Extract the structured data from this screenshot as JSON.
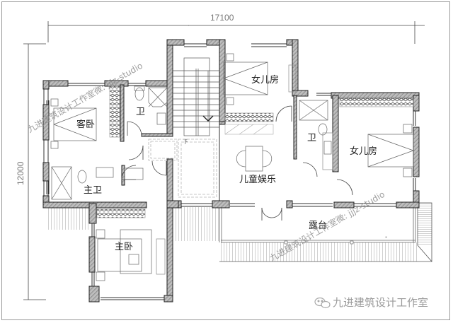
{
  "drawing": {
    "type": "floor-plan",
    "dimensions": {
      "width_label": "17100",
      "height_label": "12000"
    },
    "rooms": {
      "guest_bedroom": "客卧",
      "bath_guest": "卫",
      "daughter_room_1": "女儿房",
      "bath_center": "卫",
      "daughter_room_2": "女儿房",
      "kids_play": "儿童娱乐",
      "master_bath": "主卫",
      "master_bedroom": "主卧",
      "terrace": "露台"
    },
    "stair_mark": "下",
    "colors": {
      "wall_fill": "#9a9a9a",
      "line": "#333333",
      "light_line": "#aaaaaa"
    }
  },
  "watermark": {
    "text_upper": "九进建筑设计工作室微: jjjz-studio",
    "text_lower": "九进建筑设计工作室微: jjjz-studio"
  },
  "logo": {
    "icon": "wechat-icon",
    "text": "九进建筑设计工作室"
  }
}
